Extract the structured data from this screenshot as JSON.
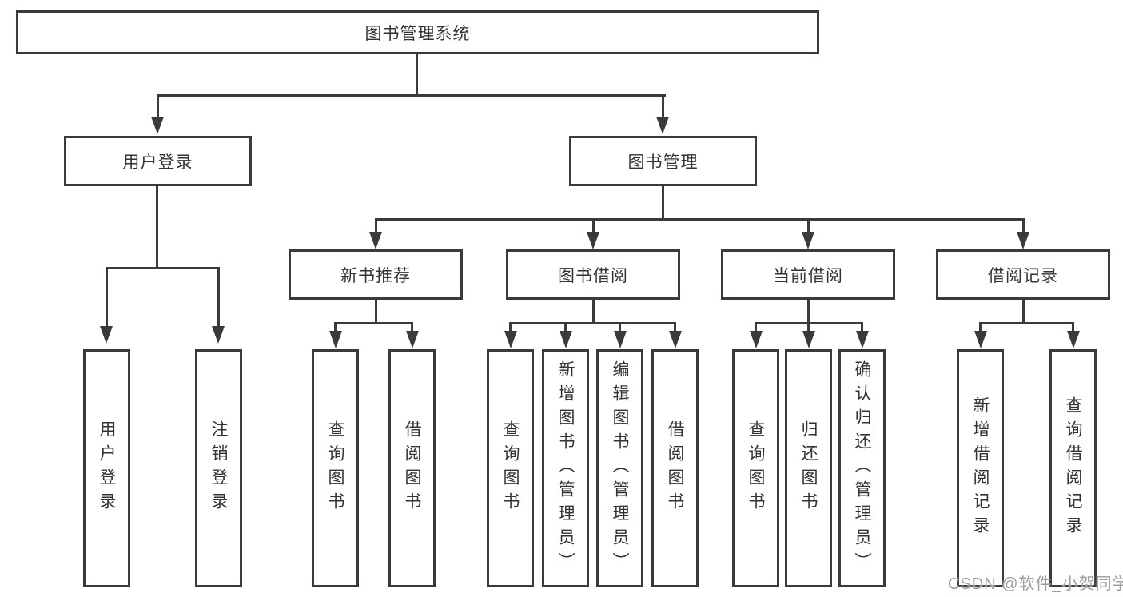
{
  "tree": {
    "root": {
      "label": "图书管理系统"
    },
    "level2": [
      {
        "label": "用户登录",
        "children_labels": [
          "用户登录",
          "注销登录"
        ]
      },
      {
        "label": "图书管理"
      }
    ],
    "level3": [
      {
        "label": "新书推荐",
        "children_labels": [
          "查询图书",
          "借阅图书"
        ]
      },
      {
        "label": "图书借阅",
        "children_labels": [
          "查询图书",
          "新增图书（管理员）",
          "编辑图书（管理员）",
          "借阅图书"
        ]
      },
      {
        "label": "当前借阅",
        "children_labels": [
          "查询图书",
          "归还图书",
          "确认归还（管理员）"
        ]
      },
      {
        "label": "借阅记录",
        "children_labels": [
          "新增借阅记录",
          "查询借阅记录"
        ]
      }
    ]
  },
  "watermark": {
    "text": "CSDN @软件_小贺同学"
  },
  "colors": {
    "line": "#3a3a3a",
    "text": "#333333",
    "watermark": "#9c9c9c",
    "background": "#ffffff"
  }
}
